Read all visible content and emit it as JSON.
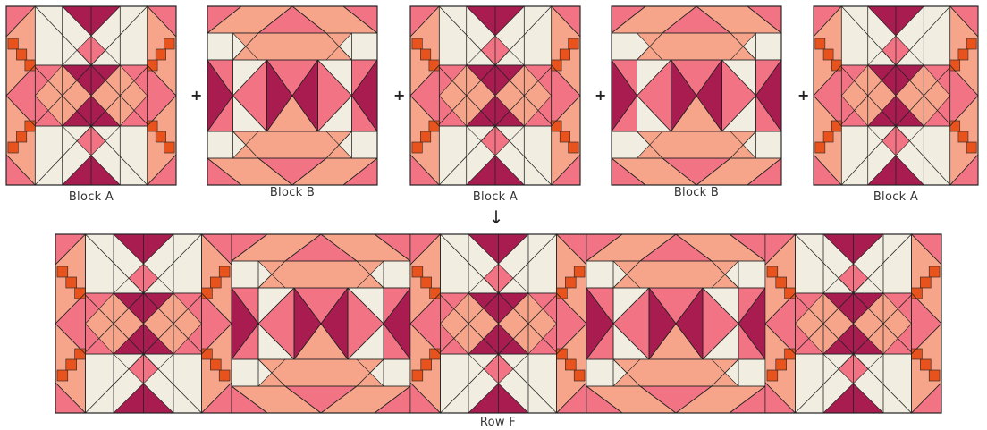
{
  "colors": {
    "pink": "#f27384",
    "peach": "#f6a48a",
    "cream": "#f1ede0",
    "magenta": "#a81c4f",
    "orange": "#e8531d",
    "outline": "#222222"
  },
  "labels": {
    "block_a_1": "Block A",
    "block_b_1": "Block B",
    "block_a_2": "Block A",
    "block_b_2": "Block B",
    "block_a_3": "Block A",
    "row": "Row F"
  },
  "symbols": {
    "plus": "+",
    "arrow": "↓"
  },
  "sequence": [
    "A",
    "B",
    "A",
    "B",
    "A"
  ]
}
